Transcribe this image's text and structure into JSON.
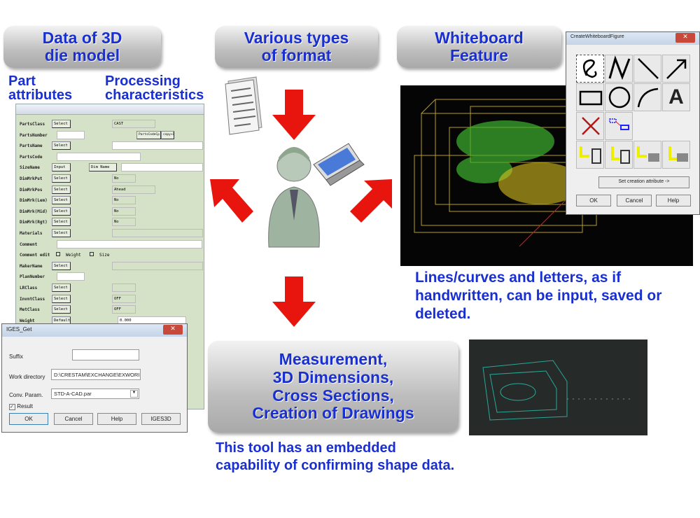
{
  "headers": {
    "data_model": [
      "Data of 3D",
      "die model"
    ],
    "formats": [
      "Various types",
      "of format"
    ],
    "whiteboard": [
      "Whiteboard",
      "Feature"
    ]
  },
  "labels": {
    "part_attributes": [
      "Part",
      "attributes"
    ],
    "processing": [
      "Processing",
      "characteristics"
    ]
  },
  "form": {
    "rows": [
      {
        "label": "PartsClass",
        "button": "Select",
        "value": "CAST"
      },
      {
        "label": "PartsNumber",
        "extra_buttons": [
          "PartsCodeCp",
          "copy+1"
        ]
      },
      {
        "label": "PartsName",
        "button": "Select"
      },
      {
        "label": "PartsCode"
      },
      {
        "label": "SizeName",
        "button": "Input",
        "extra_buttons": [
          "Dim Name"
        ]
      },
      {
        "label": "DimMrkPut",
        "button": "Select",
        "value": "No"
      },
      {
        "label": "DimMrkPos",
        "button": "Select",
        "value": "Ahead"
      },
      {
        "label": "DimMrk(Lem)",
        "button": "Select",
        "value": "No"
      },
      {
        "label": "DimMrk(Mid)",
        "button": "Select",
        "value": "No"
      },
      {
        "label": "DimMrk(Rgt)",
        "button": "Select",
        "value": "No"
      },
      {
        "label": "Materials",
        "button": "Select"
      },
      {
        "label": "Comment"
      },
      {
        "label": "Comment edit",
        "checks": [
          "Weight",
          "Size"
        ]
      },
      {
        "label": "MakerName",
        "button": "Select"
      },
      {
        "label": "PlanNumber"
      },
      {
        "label": "LRClass",
        "button": "Select"
      },
      {
        "label": "InvntClass",
        "button": "Select",
        "value": "OFF"
      },
      {
        "label": "MetClass",
        "button": "Select",
        "value": "OFF"
      },
      {
        "label": "Weight",
        "button": "Default",
        "value": "0.000"
      }
    ]
  },
  "iges": {
    "title": "IGES_Get",
    "suffix_label": "Suffix",
    "suffix_value": "",
    "workdir_label": "Work directory",
    "workdir_value": "D:\\CRESTAM\\EXCHANGE\\EXWORI",
    "param_label": "Conv. Param.",
    "param_value": "STD-A-CAD.par",
    "result_label": "Result",
    "result_checked": true,
    "buttons": [
      "OK",
      "Cancel",
      "Help",
      "IGES3D"
    ]
  },
  "whiteboard_dialog": {
    "title": "CreateWhiteboardFigure",
    "set_attr": "Set creation attribute ->",
    "buttons": [
      "OK",
      "Cancel",
      "Help"
    ],
    "text_tool": "A"
  },
  "whiteboard_caption": "Lines/curves and letters, as if handwritten, can be input, saved or deleted.",
  "measurement": [
    "Measurement,",
    "3D Dimensions,",
    "Cross Sections,",
    "Creation of Drawings"
  ],
  "bottom_caption": [
    "This tool has an embedded",
    "capability of confirming shape data."
  ],
  "colors": {
    "text_blue": "#1a2fd0",
    "arrow_red": "#e8150e",
    "form_bg": "#d6e2c8"
  }
}
